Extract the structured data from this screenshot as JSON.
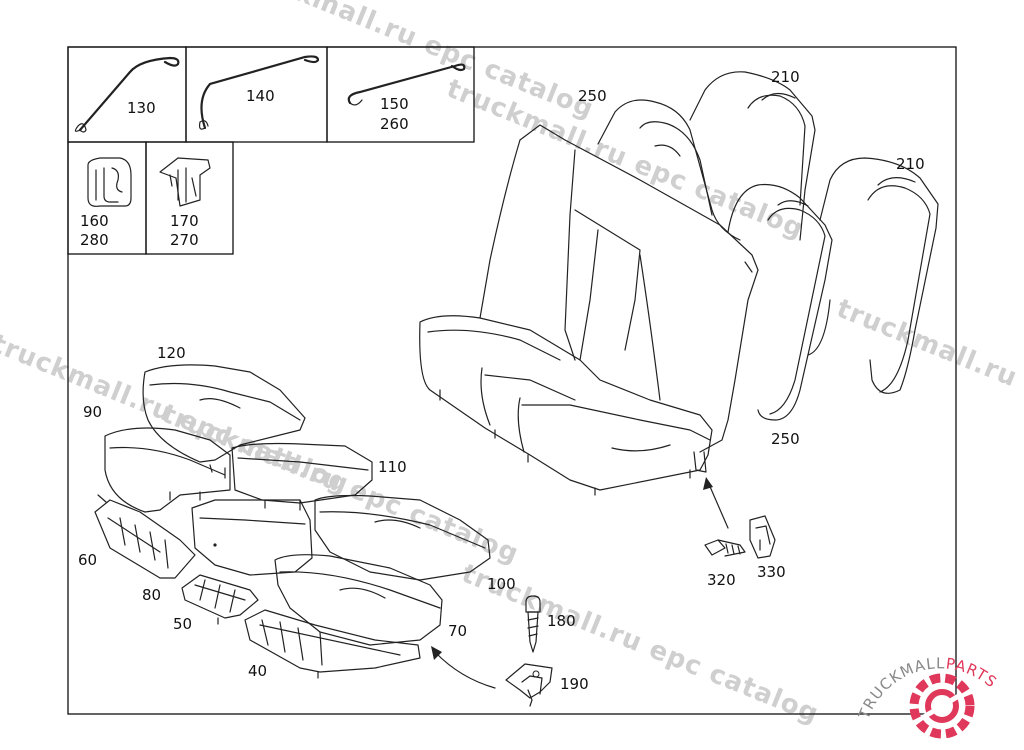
{
  "watermark": {
    "text": "truckmall.ru epc catalog"
  },
  "logo": {
    "part1": "TRUCKMALL",
    "part2": "PARTS",
    "color_main": "#888888",
    "color_accent": "#e0385a"
  },
  "callouts": {
    "p130": "130",
    "p140": "140",
    "p150": "150",
    "p260": "260",
    "p160": "160",
    "p280": "280",
    "p170": "170",
    "p270": "270",
    "p120": "120",
    "p90": "90",
    "p110": "110",
    "p60": "60",
    "p80": "80",
    "p50": "50",
    "p100": "100",
    "p70": "70",
    "p40": "40",
    "p180": "180",
    "p190": "190",
    "p320": "320",
    "p330": "330",
    "p250a": "250",
    "p210a": "210",
    "p210b": "210",
    "p250b": "250"
  }
}
